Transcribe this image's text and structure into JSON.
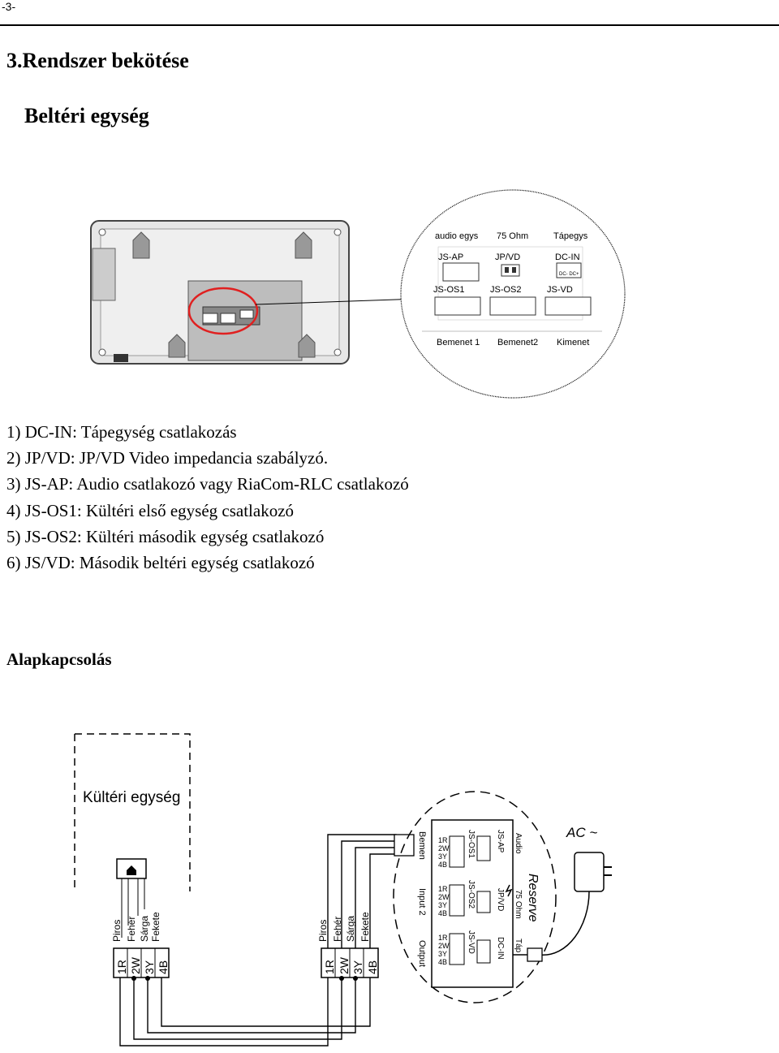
{
  "page": {
    "number": "-3-"
  },
  "heading": {
    "title": "3.Rendszer bekötése",
    "subtitle": "Beltéri egység"
  },
  "connector_panel": {
    "top_labels": [
      "audio egys",
      "75 Ohm",
      "Tápegys"
    ],
    "row1": [
      "JS-AP",
      "JP/VD",
      "DC-IN"
    ],
    "row2": [
      "JS-OS1",
      "JS-OS2",
      "JS-VD"
    ],
    "bottom_labels": [
      "Bemenet 1",
      "Bemenet2",
      "Kimenet"
    ],
    "dc_pins": "DC- DC+"
  },
  "items": [
    "1) DC-IN: Tápegység csatlakozás",
    "2) JP/VD: JP/VD Video impedancia szabályzó.",
    "3) JS-AP: Audio csatlakozó vagy RiaCom-RLC csatlakozó",
    "4) JS-OS1: Kültéri első egység csatlakozó",
    "5) JS-OS2: Kültéri második egység csatlakozó",
    "6) JS/VD: Második beltéri egység csatlakozó"
  ],
  "wiring": {
    "section_title": "Alapkapcsolás",
    "outdoor_label": "Kültéri egység",
    "wire_colors": [
      "Piros",
      "Fehér",
      "Sárga",
      "Fekete"
    ],
    "terminals": [
      "1R",
      "2W",
      "3Y",
      "4B"
    ],
    "side_labels": [
      "Bemen",
      "Input 2",
      "Output"
    ],
    "connectors": [
      "JS-OS1",
      "JS-OS2",
      "JS-VD"
    ],
    "right_connectors": [
      "JS-AP",
      "JP/VD",
      "DC-IN"
    ],
    "right_labels": [
      "Audio",
      "75 Ohm",
      "Táp"
    ],
    "reserve": "Reserve",
    "ac": "AC ~"
  }
}
